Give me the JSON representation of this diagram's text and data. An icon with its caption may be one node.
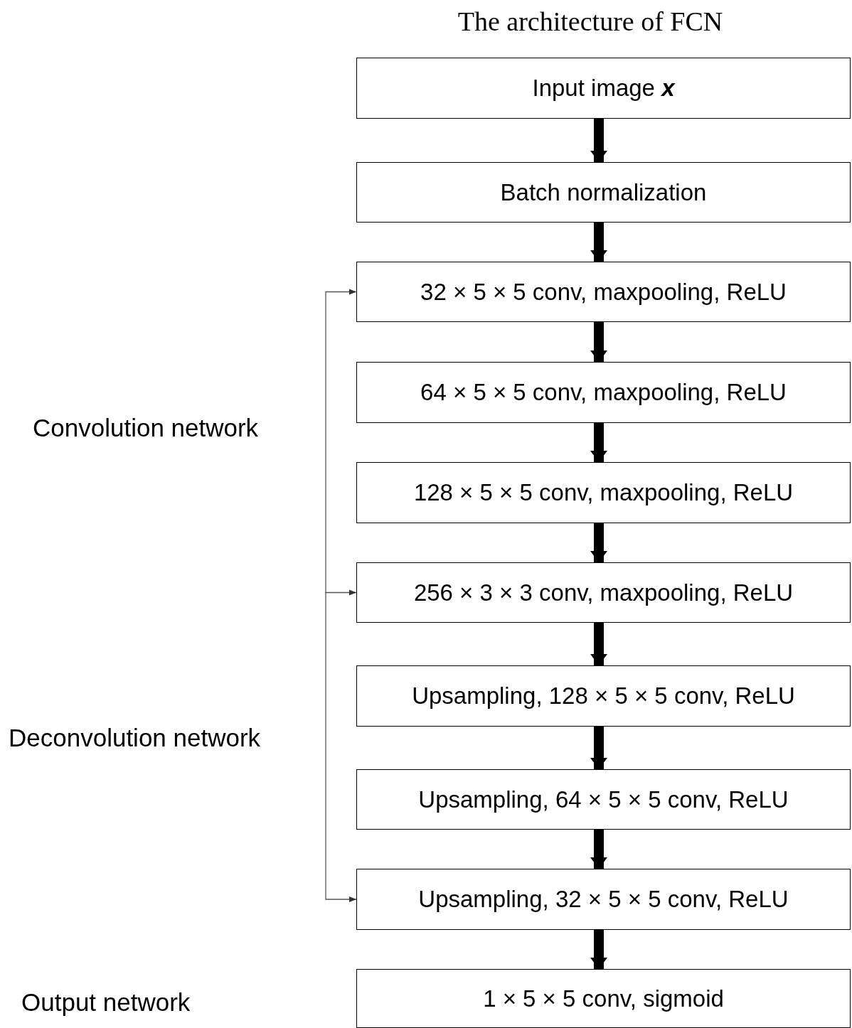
{
  "diagram": {
    "title": "The architecture of FCN",
    "nodes": [
      {
        "text": [
          "Input image **x**"
        ]
      },
      {
        "text": [
          "Batch normalization"
        ]
      },
      {
        "text": [
          "32 × 5 × 5 conv, maxpooling, ReLU"
        ]
      },
      {
        "text": [
          "64 × 5 × 5 conv, maxpooling, ReLU"
        ]
      },
      {
        "text": [
          "128 × 5 × 5 conv, maxpooling, ReLU"
        ]
      },
      {
        "text": [
          "256 × 3 × 3 conv, maxpooling, ReLU"
        ]
      },
      {
        "text": [
          "Upsampling, 128 × 5 × 5 conv, ReLU"
        ]
      },
      {
        "text": [
          "Upsampling, 64 × 5 × 5 conv, ReLU"
        ]
      },
      {
        "text": [
          "Upsampling, 32 × 5 × 5 conv, ReLU"
        ]
      },
      {
        "text": [
          "1 × 5 × 5 conv, sigmoid"
        ]
      }
    ],
    "edges": [
      {
        "from": 0,
        "to": 1,
        "arrow": "to"
      },
      {
        "from": 1,
        "to": 2,
        "arrow": "to"
      },
      {
        "from": 2,
        "to": 3,
        "arrow": "to"
      },
      {
        "from": 3,
        "to": 4,
        "arrow": "to"
      },
      {
        "from": 4,
        "to": 5,
        "arrow": "to"
      },
      {
        "from": 5,
        "to": 6,
        "arrow": "to"
      },
      {
        "from": 6,
        "to": 7,
        "arrow": "to"
      },
      {
        "from": 7,
        "to": 8,
        "arrow": "to"
      },
      {
        "from": 8,
        "to": 9,
        "arrow": "to"
      },
      {
        "from": null,
        "to": 2,
        "arrow": "to"
      },
      {
        "from": null,
        "to": 5,
        "arrow": "to"
      },
      {
        "from": null,
        "to": 8,
        "arrow": "to"
      }
    ],
    "labels": [
      "Convolution network",
      "Deconvolution network",
      "Output network"
    ]
  }
}
